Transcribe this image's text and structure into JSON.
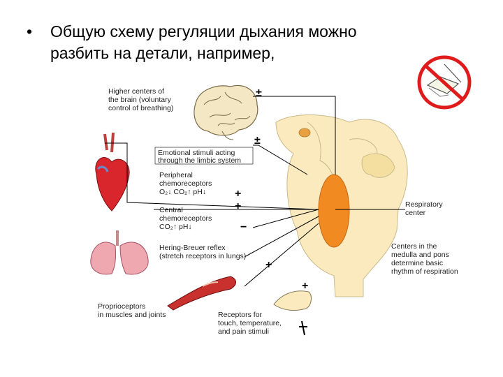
{
  "slide": {
    "bullet": "•",
    "title_line1": "Общую схему регуляции дыхания можно",
    "title_line2": "разбить на детали, например,"
  },
  "diagram": {
    "higher_centers": [
      "Higher centers of",
      "the brain (voluntary",
      "control of breathing)"
    ],
    "emotional": [
      "Emotional stimuli acting",
      "through the limbic system"
    ],
    "peripheral": [
      "Peripheral",
      "chemoreceptors",
      "O₂↓ CO₂↑ pH↓"
    ],
    "central": [
      "Central",
      "chemoreceptors",
      "CO₂↑ pH↓"
    ],
    "hering": [
      "Hering-Breuer reflex",
      "(stretch receptors in lungs)"
    ],
    "proprioceptors": [
      "Proprioceptors",
      "in muscles and joints"
    ],
    "touch": [
      "Receptors for",
      "touch, temperature,",
      "and pain stimuli"
    ],
    "respiratory_center": [
      "Respiratory",
      "center"
    ],
    "centers_medulla": [
      "Centers in the",
      "medulla and pons",
      "determine basic",
      "rhythm of respiration"
    ],
    "signs": {
      "higher": "±",
      "emotional": "±",
      "peripheral": "+",
      "central": "+",
      "hering": "−",
      "proprio": "+",
      "touch": "+"
    }
  },
  "icons": {
    "no_book": "no-book-icon"
  },
  "colors": {
    "brain_stem": "#fbeabd",
    "resp_center": "#f28a22",
    "lines": "#000000"
  }
}
